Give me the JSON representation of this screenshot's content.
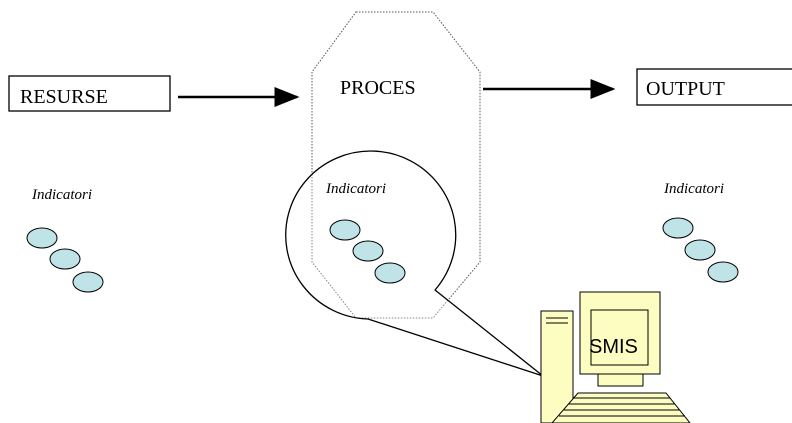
{
  "nodes": {
    "resources": {
      "label": "RESURSE"
    },
    "process": {
      "label": "PROCES"
    },
    "output": {
      "label": "OUTPUT"
    }
  },
  "indicators": {
    "resources_label": "Indicatori",
    "process_label": "Indicatori",
    "output_label": "Indicatori"
  },
  "computer": {
    "screen_label": "SMIS"
  },
  "colors": {
    "indicator_fill": "#bfe3e6",
    "computer_fill": "#fdfdc2",
    "stroke": "#000000",
    "process_border": "#555555"
  }
}
